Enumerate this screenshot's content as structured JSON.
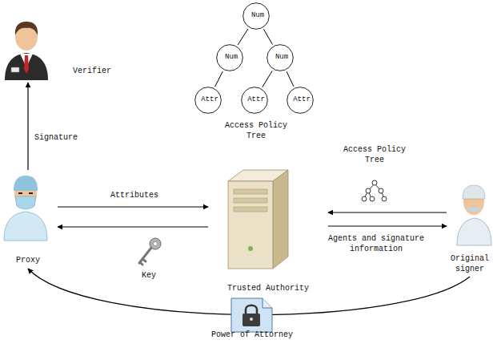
{
  "diagram": {
    "nodes": [
      {
        "text": [
          "Verifier"
        ]
      },
      {
        "text": [
          "Num"
        ]
      },
      {
        "text": [
          "Num"
        ]
      },
      {
        "text": [
          "Num"
        ]
      },
      {
        "text": [
          "Attr"
        ]
      },
      {
        "text": [
          "Attr"
        ]
      },
      {
        "text": [
          "Attr"
        ]
      },
      {
        "text": [
          "Proxy"
        ]
      },
      {
        "text": [
          "Trusted Authority"
        ]
      },
      {
        "text": [
          "Original signer"
        ]
      },
      {
        "text": [
          "Power of Attorney"
        ]
      }
    ],
    "edges": [
      {
        "from": 7,
        "to": 0,
        "arrow": "to",
        "label": "Signature"
      },
      {
        "from": 7,
        "to": 8,
        "arrow": "to",
        "label": "Attributes"
      },
      {
        "from": 8,
        "to": 7,
        "arrow": "to",
        "label": "Key"
      },
      {
        "from": 9,
        "to": 8,
        "arrow": "to",
        "label": "Access Policy Tree"
      },
      {
        "from": 8,
        "to": 9,
        "arrow": "to",
        "label": "Agents and signature information"
      },
      {
        "from": 9,
        "to": 7,
        "arrow": "to"
      },
      {
        "from": 1,
        "to": 2,
        "arrow": "none"
      },
      {
        "from": 1,
        "to": 3,
        "arrow": "none"
      },
      {
        "from": 2,
        "to": 4,
        "arrow": "none"
      },
      {
        "from": 3,
        "to": 5,
        "arrow": "none"
      },
      {
        "from": 3,
        "to": 6,
        "arrow": "none"
      }
    ],
    "labels": [
      "Access Policy Tree"
    ]
  }
}
